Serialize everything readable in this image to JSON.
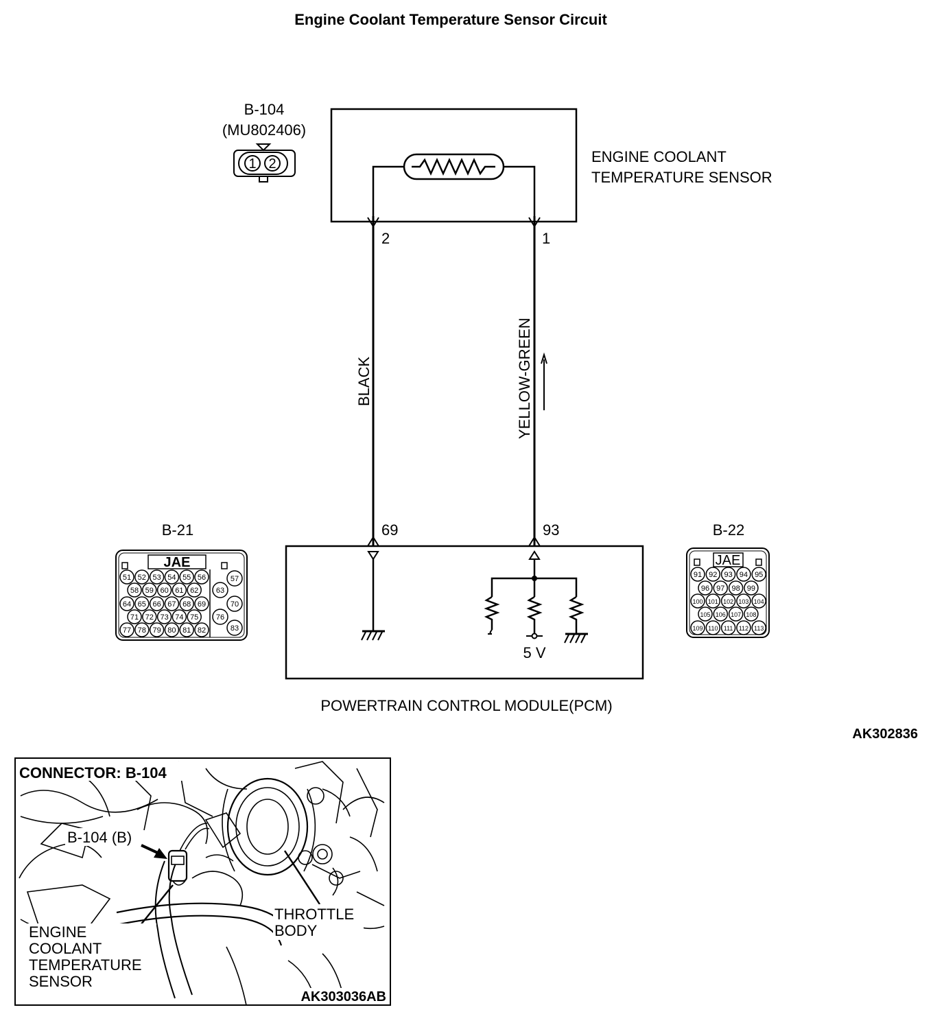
{
  "title": "Engine Coolant Temperature Sensor Circuit",
  "sensor_connector": {
    "id": "B-104",
    "part": "(MU802406)",
    "pins": [
      "1",
      "2"
    ]
  },
  "sensor_label": [
    "ENGINE COOLANT",
    "TEMPERATURE SENSOR"
  ],
  "wires": [
    {
      "sensor_pin": "2",
      "pcm_pin": "69",
      "color_label": "BLACK"
    },
    {
      "sensor_pin": "1",
      "pcm_pin": "93",
      "color_label": "YELLOW-GREEN"
    }
  ],
  "pcm": {
    "label": "POWERTRAIN CONTROL MODULE(PCM)",
    "supply": "5 V"
  },
  "connector_b21": {
    "id": "B-21",
    "maker": "JAE",
    "pins_row1": [
      "51",
      "52",
      "53",
      "54",
      "55",
      "56"
    ],
    "pins_row2": [
      "58",
      "59",
      "60",
      "61",
      "62"
    ],
    "pins_row3": [
      "64",
      "65",
      "66",
      "67",
      "68",
      "69"
    ],
    "pins_row4": [
      "71",
      "72",
      "73",
      "74",
      "75"
    ],
    "pins_row5": [
      "77",
      "78",
      "79",
      "80",
      "81",
      "82"
    ],
    "pins_side": [
      "57",
      "63",
      "70",
      "76",
      "83"
    ]
  },
  "connector_b22": {
    "id": "B-22",
    "maker": "JAE",
    "pins_row1": [
      "91",
      "92",
      "93",
      "94",
      "95"
    ],
    "pins_row2": [
      "96",
      "97",
      "98",
      "99"
    ],
    "pins_row3": [
      "100",
      "101",
      "102",
      "103",
      "104"
    ],
    "pins_row4": [
      "105",
      "106",
      "107",
      "108"
    ],
    "pins_row5": [
      "109",
      "110",
      "111",
      "112",
      "113"
    ]
  },
  "diagram_code": "AK302836",
  "photo": {
    "heading": "CONNECTOR: B-104",
    "callout_connector": "B-104 (B)",
    "callout_throttle": [
      "THROTTLE",
      "BODY"
    ],
    "callout_sensor": [
      "ENGINE",
      "COOLANT",
      "TEMPERATURE",
      "SENSOR"
    ],
    "code": "AK303036AB"
  }
}
